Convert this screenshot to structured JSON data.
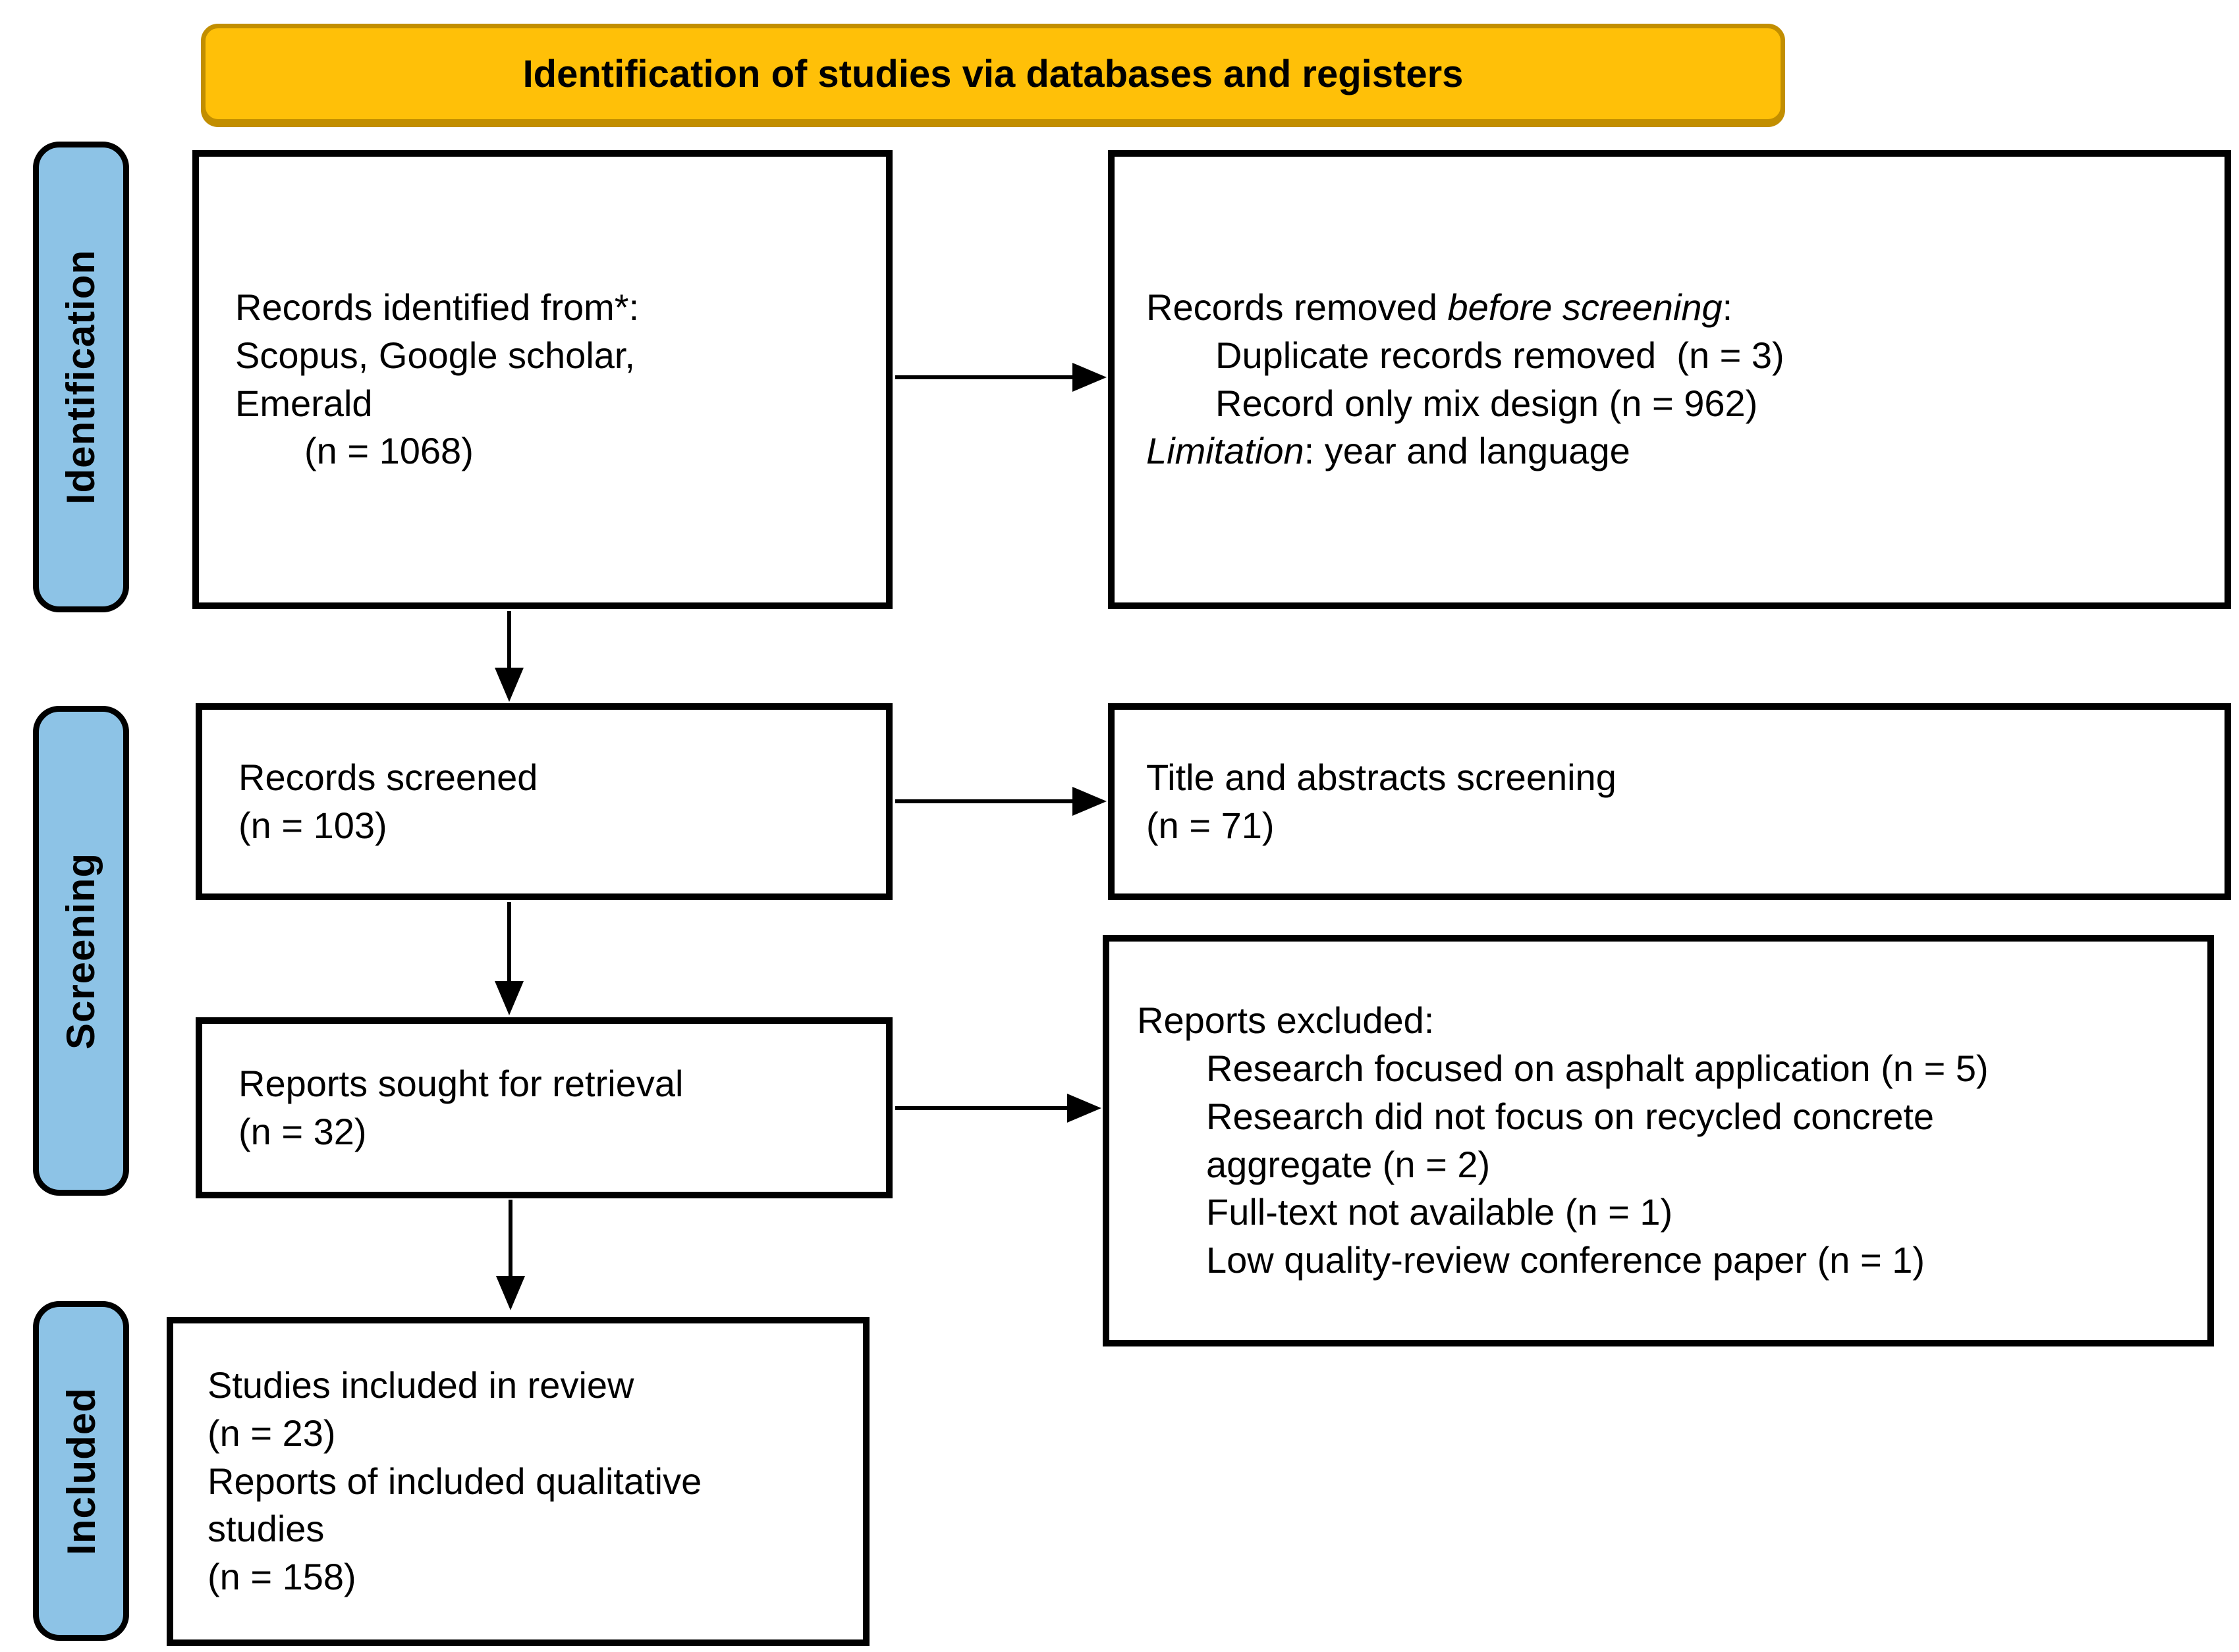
{
  "header": {
    "title": "Identification of studies via databases and registers"
  },
  "stages": [
    {
      "label": "Identification"
    },
    {
      "label": "Screening"
    },
    {
      "label": "Included"
    }
  ],
  "boxes": {
    "records_identified": {
      "line1": "Records identified from*:",
      "line2": "Scopus, Google scholar,",
      "line3": "Emerald",
      "count_line": "(n = 1068)"
    },
    "records_removed": {
      "line1_prefix": "Records removed ",
      "line1_italic": "before screening",
      "line1_suffix": ":",
      "items": [
        "Duplicate records removed  (n = 3)",
        "Record only mix design (n = 962)"
      ],
      "limitation_italic": "Limitation",
      "limitation_suffix": ": year and language"
    },
    "records_screened": {
      "line1": "Records screened",
      "line2": "(n = 103)"
    },
    "title_abstract_screening": {
      "line1": "Title and abstracts screening",
      "line2": "(n = 71)"
    },
    "reports_sought": {
      "line1": "Reports sought for retrieval",
      "line2": "(n = 32)"
    },
    "reports_excluded": {
      "title": "Reports excluded:",
      "display_lines": [
        "Research focused on asphalt application (n = 5)",
        "Research did not focus on recycled concrete",
        "aggregate (n = 2)",
        "Full-text not available (n = 1)",
        "Low quality-review conference paper (n = 1)"
      ]
    },
    "studies_included": {
      "line1": "Studies included in review",
      "line2": "(n = 23)",
      "line3": "Reports of included qualitative",
      "line4": "studies",
      "line5": "(n = 158)"
    }
  },
  "colors": {
    "header_fill": "#FFC008",
    "header_border": "#C28E00",
    "stage_fill": "#8DC3E6",
    "box_border": "#000000"
  }
}
